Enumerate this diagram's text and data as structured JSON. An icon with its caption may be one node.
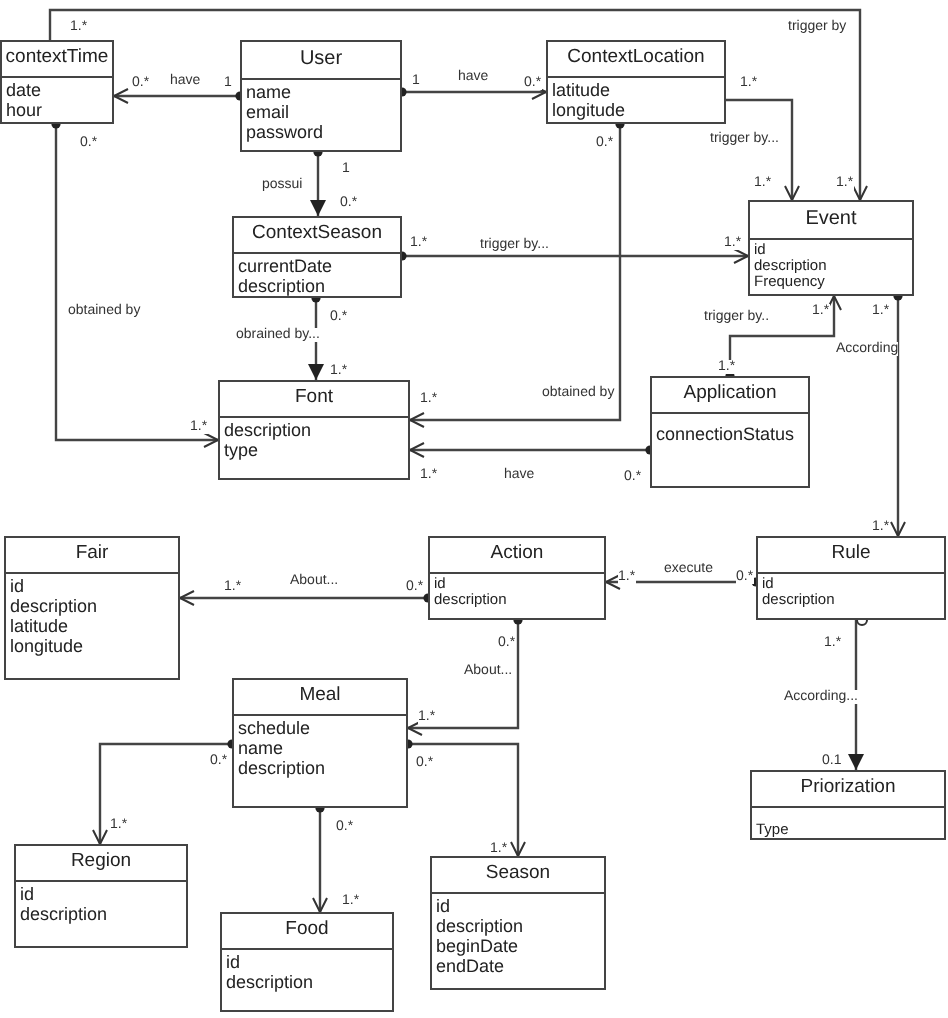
{
  "diagram": {
    "nodes": [
      {
        "text": [
          "contextTime",
          "date hour"
        ]
      },
      {
        "text": [
          "User",
          "name email password"
        ]
      },
      {
        "text": [
          "ContextLocation",
          "latitude longitude"
        ]
      },
      {
        "text": [
          "ContextSeason",
          "currentDate description"
        ]
      },
      {
        "text": [
          "Event",
          "id description Frequency"
        ]
      },
      {
        "text": [
          "Font",
          "description type"
        ]
      },
      {
        "text": [
          "Application",
          "connectionStatus"
        ]
      },
      {
        "text": [
          "Fair",
          "id description latitude longitude"
        ]
      },
      {
        "text": [
          "Action",
          "id description"
        ]
      },
      {
        "text": [
          "Rule",
          "id description"
        ]
      },
      {
        "text": [
          "Meal",
          "schedule name description"
        ]
      },
      {
        "text": [
          "Region",
          "id description"
        ]
      },
      {
        "text": [
          "Food",
          "id description"
        ]
      },
      {
        "text": [
          "Season",
          "id description beginDate endDate"
        ]
      },
      {
        "text": [
          "Priorization",
          "Type"
        ]
      }
    ],
    "edges": [
      {
        "from": 1,
        "to": 0,
        "arrow": "to",
        "label": "have"
      },
      {
        "from": 1,
        "to": 2,
        "arrow": "to",
        "label": "have"
      },
      {
        "from": 1,
        "to": 3,
        "arrow": "to",
        "label": "possui"
      },
      {
        "from": 0,
        "to": 4,
        "arrow": "to",
        "label": "trigger by"
      },
      {
        "from": 2,
        "to": 4,
        "arrow": "to",
        "label": "trigger by..."
      },
      {
        "from": 3,
        "to": 4,
        "arrow": "to",
        "label": "trigger by..."
      },
      {
        "from": 0,
        "to": 5,
        "arrow": "to",
        "label": "obtained by"
      },
      {
        "from": 3,
        "to": 5,
        "arrow": "to",
        "label": "obrained by..."
      },
      {
        "from": 2,
        "to": 5,
        "arrow": "to",
        "label": "obtained by"
      },
      {
        "from": 6,
        "to": 5,
        "arrow": "to",
        "label": "have"
      },
      {
        "from": 6,
        "to": 4,
        "arrow": "to",
        "label": "trigger by.."
      },
      {
        "from": 4,
        "to": 9,
        "arrow": "to",
        "label": "According"
      },
      {
        "from": 8,
        "to": 7,
        "arrow": "to",
        "label": "About..."
      },
      {
        "from": 9,
        "to": 8,
        "arrow": "to",
        "label": "execute"
      },
      {
        "from": 8,
        "to": 10,
        "arrow": "to",
        "label": "About..."
      },
      {
        "from": 9,
        "to": 14,
        "arrow": "to",
        "label": "According..."
      },
      {
        "from": 10,
        "to": 11,
        "arrow": "to"
      },
      {
        "from": 10,
        "to": 12,
        "arrow": "to"
      },
      {
        "from": 10,
        "to": 13,
        "arrow": "to"
      }
    ],
    "labels": [
      "1.*",
      "0.*",
      "1",
      "1",
      "0.*",
      "1.*",
      "0.*",
      "0.*",
      "1",
      "1.*",
      "1.*",
      "0.*",
      "1.*",
      "1.*",
      "1.*",
      "1.*",
      "0.*",
      "1.*",
      "1.*",
      "1.*",
      "1.*",
      "1.*",
      "0.*",
      "1.*",
      "1.*",
      "0.*",
      "1.*",
      "0.*",
      "0.*",
      "1.*",
      "1.*",
      "0.*",
      "0.*",
      "0.1",
      "1.*",
      "0.*",
      "1.*",
      "1.*"
    ]
  }
}
